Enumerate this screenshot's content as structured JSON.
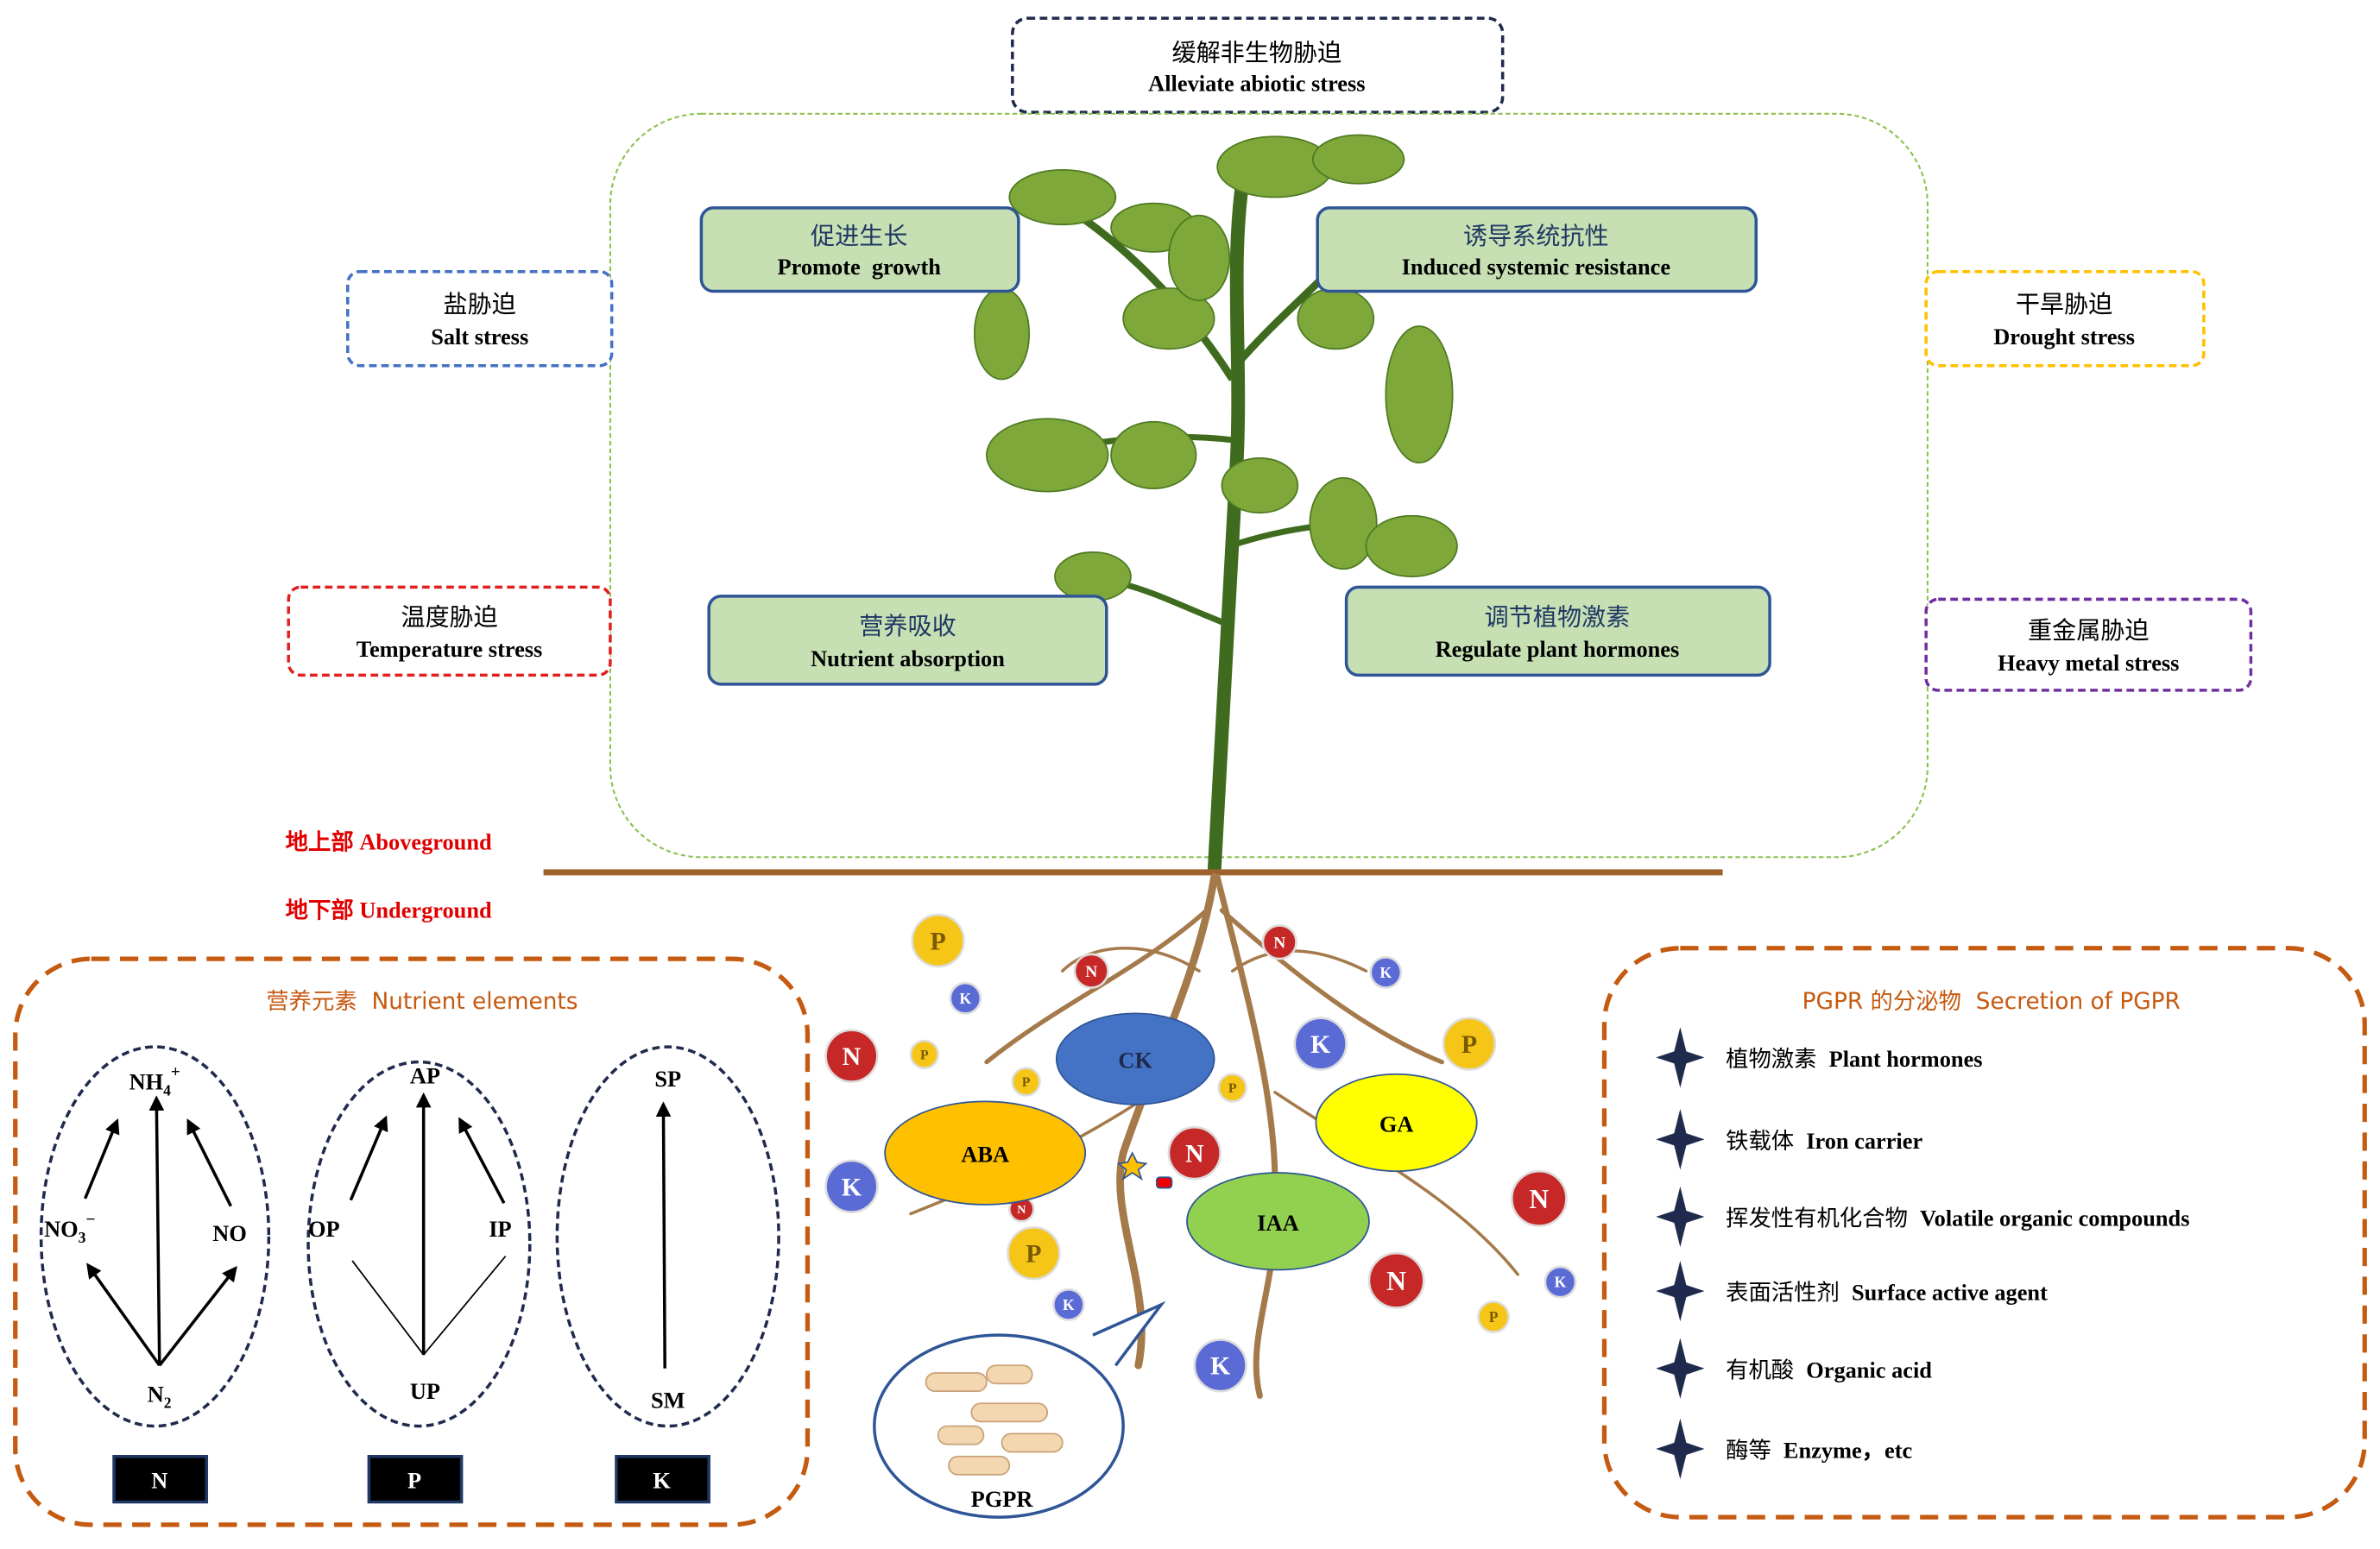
{
  "top": {
    "cn": "缓解非生物胁迫",
    "en": "Alleviate abiotic stress"
  },
  "functions": {
    "promote_growth": {
      "cn": "促进生长",
      "en": "Promote  growth"
    },
    "isr": {
      "cn": "诱导系统抗性",
      "en": "Induced systemic resistance"
    },
    "nutrient_absorption": {
      "cn": "营养吸收",
      "en": "Nutrient absorption"
    },
    "regulate_hormones": {
      "cn": "调节植物激素",
      "en": "Regulate plant hormones"
    }
  },
  "stresses": {
    "salt": {
      "cn": "盐胁迫",
      "en": "Salt stress",
      "color": "#4472c4"
    },
    "temperature": {
      "cn": "温度胁迫",
      "en": "Temperature stress",
      "color": "#e02020"
    },
    "drought": {
      "cn": "干旱胁迫",
      "en": "Drought stress",
      "color": "#ffc000"
    },
    "heavy_metal": {
      "cn": "重金属胁迫",
      "en": "Heavy metal stress",
      "color": "#7030a0"
    }
  },
  "ground": {
    "above": "地上部 Aboveground",
    "below": "地下部 Underground"
  },
  "nutrients": {
    "title": "营养元素  Nutrient elements",
    "n": {
      "top": "NH",
      "top_sub": "4",
      "top_sup": "+",
      "left": "NO",
      "left_sub": "3",
      "left_sup": "−",
      "right": "NO",
      "bottom": "N",
      "bottom_sub": "2",
      "label": "N"
    },
    "p": {
      "top": "AP",
      "left": "OP",
      "right": "IP",
      "bottom": "UP",
      "label": "P"
    },
    "k": {
      "top": "SP",
      "bottom": "SM",
      "label": "K"
    }
  },
  "hormones": {
    "ck": "CK",
    "aba": "ABA",
    "ga": "GA",
    "iaa": "IAA"
  },
  "soil_nutrients": {
    "N": "N",
    "P": "P",
    "K": "K"
  },
  "pgpr_label": "PGPR",
  "secretion": {
    "title": "PGPR 的分泌物  Secretion of PGPR",
    "items": [
      {
        "cn": "植物激素",
        "en": "Plant hormones"
      },
      {
        "cn": "铁载体",
        "en": "Iron carrier"
      },
      {
        "cn": "挥发性有机化合物",
        "en": "Volatile organic compounds"
      },
      {
        "cn": "表面活性剂",
        "en": "Surface active agent"
      },
      {
        "cn": "有机酸",
        "en": "Organic acid"
      },
      {
        "cn": "酶等",
        "en": "Enzyme，etc"
      }
    ]
  },
  "colors": {
    "accent_orange": "#c55a11",
    "navy": "#1f2a4d",
    "box_green": "#c6e0b4",
    "box_border": "#2f5597"
  }
}
